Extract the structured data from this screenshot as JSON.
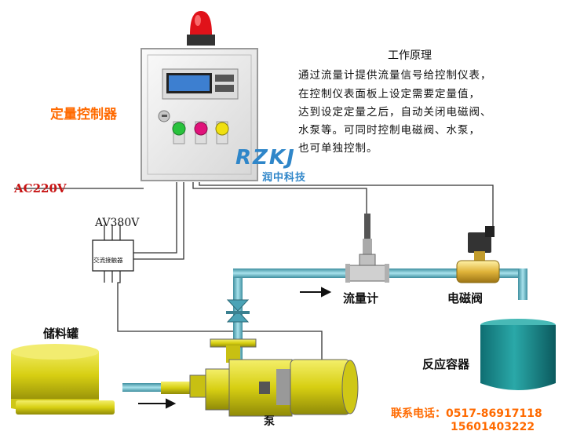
{
  "description": {
    "title": "工作原理",
    "lines": [
      "通过流量计提供流量信号给控制仪表，",
      "在控制仪表面板上设定需要定量值，",
      "达到设定定量之后，自动关闭电磁阀、",
      "水泵等。可同时控制电磁阀、水泵，",
      "也可单独控制。"
    ]
  },
  "labels": {
    "controller": "定量控制器",
    "power_220": "AC220V",
    "power_380": "AV380V",
    "contactor": "交流接触器",
    "storage_tank": "储料罐",
    "flow_meter": "流量计",
    "solenoid_valve": "电磁阀",
    "reactor": "反应容器",
    "pump": "泵"
  },
  "contact": {
    "phone_line": "联系电话：0517-86917118",
    "mobile": "15601403222"
  },
  "logo": {
    "text": "RZKJ",
    "subtitle": "润中科技"
  },
  "colors": {
    "pipe": "#4ba3b6",
    "yellow_parts": "#e3dc1e",
    "reactor": "#1b8c8c",
    "orange_text": "#ff6a00",
    "red_text": "#c81414",
    "logo": "#2f86c9"
  }
}
